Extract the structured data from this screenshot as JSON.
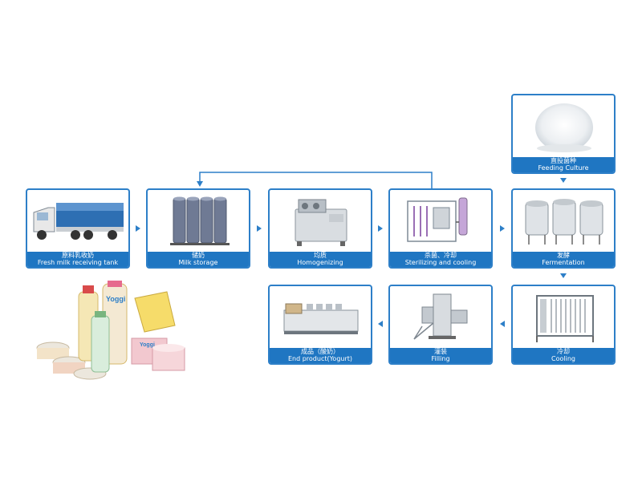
{
  "steps": {
    "feeding_culture": {
      "cn": "直投菌种",
      "en": "Feeding Culture"
    },
    "fresh_milk": {
      "cn": "原料乳收奶",
      "en": "Fresh milk receiving tank"
    },
    "milk_storage": {
      "cn": "储奶",
      "en": "Milk storage"
    },
    "homogenizing": {
      "cn": "均质",
      "en": "Homogenizing"
    },
    "sterilizing": {
      "cn": "杀菌、冷却",
      "en": "Sterilizing and cooling"
    },
    "fermentation": {
      "cn": "发酵",
      "en": "Fermentation"
    },
    "end_product": {
      "cn": "成品（酸奶）",
      "en": "End product(Yogurt)"
    },
    "filling": {
      "cn": "灌装",
      "en": "Filling"
    },
    "cooling": {
      "cn": "冷却",
      "en": "Cooling"
    }
  },
  "product_brand": "Yoggi",
  "colors": {
    "accent": "#1f76c2",
    "border": "#2d7fc8"
  }
}
